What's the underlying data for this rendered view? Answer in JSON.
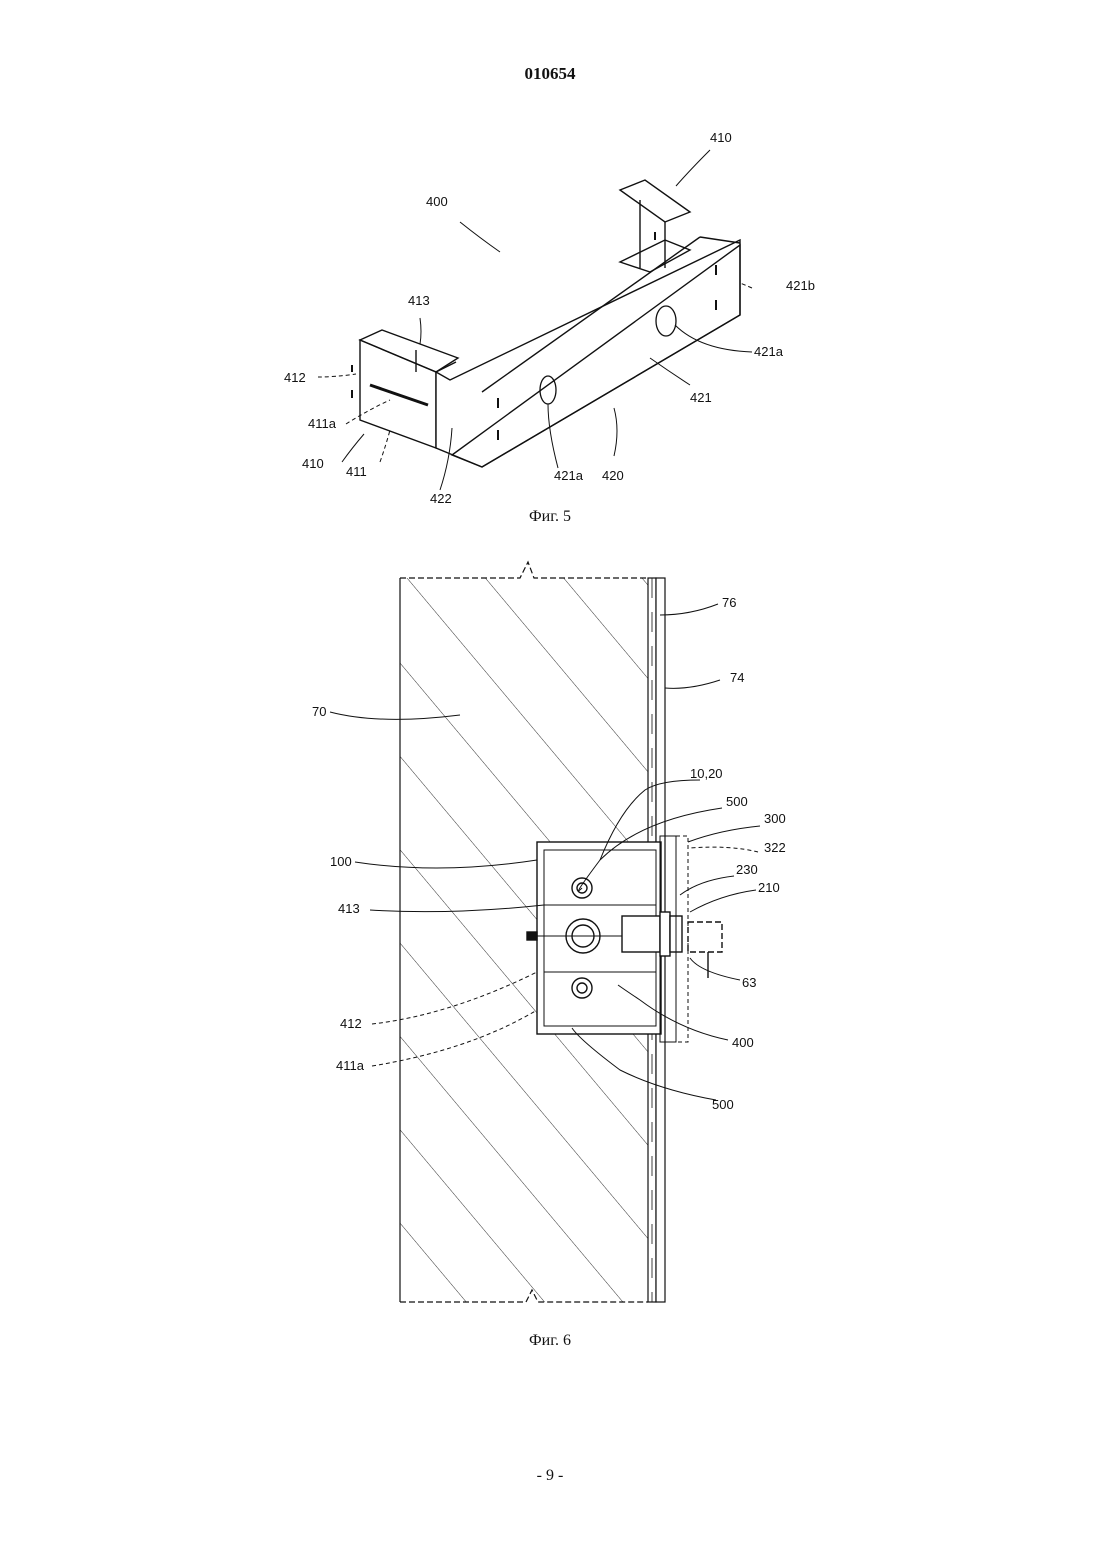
{
  "header": {
    "doc_number": "010654"
  },
  "figure5": {
    "caption": "Фиг. 5",
    "labels": {
      "l400": "400",
      "l410_top": "410",
      "l421b": "421b",
      "l413": "413",
      "l421a_right": "421a",
      "l412": "412",
      "l421": "421",
      "l411a": "411a",
      "l410_left": "410",
      "l411": "411",
      "l421a_bottom": "421a",
      "l420": "420",
      "l422": "422"
    }
  },
  "figure6": {
    "caption": "Фиг. 6",
    "labels": {
      "l76": "76",
      "l74": "74",
      "l70": "70",
      "l10_20": "10,20",
      "l500_top": "500",
      "l300": "300",
      "l322": "322",
      "l100": "100",
      "l230": "230",
      "l210": "210",
      "l413": "413",
      "l63": "63",
      "l412": "412",
      "l400": "400",
      "l411a": "411a",
      "l500_bottom": "500"
    }
  },
  "footer": {
    "page_number": "- 9 -"
  }
}
